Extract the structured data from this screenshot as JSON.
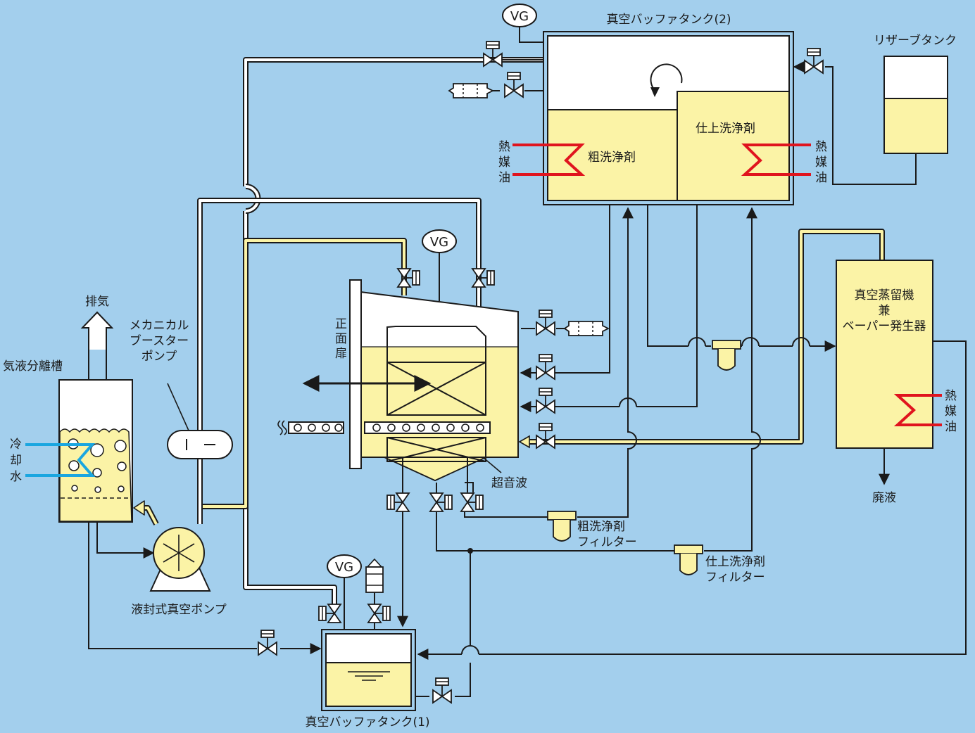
{
  "colors": {
    "background": "#a3cfed",
    "liquid": "#fbf3a6",
    "heating_coil": "#e0141e",
    "cooling_coil": "#1aa6e0",
    "outline": "#1a1a1a"
  },
  "labels": {
    "vacuum_buffer_tank_2": "真空バッファタンク(2)",
    "vacuum_buffer_tank_1": "真空バッファタンク(1)",
    "reserve_tank": "リザーブタンク",
    "rough_detergent": "粗洗浄剤",
    "finish_detergent": "仕上洗浄剤",
    "thermal_oil": [
      "熱",
      "媒",
      "油"
    ],
    "front_door": [
      "正",
      "面",
      "扉"
    ],
    "ultrasonic": "超音波",
    "vacuum_distiller": [
      "真空蒸留機",
      "兼",
      "ベーパー発生器"
    ],
    "waste_liquid": "廃液",
    "rough_filter": [
      "粗洗浄剤",
      "フィルター"
    ],
    "finish_filter": [
      "仕上洗浄剤",
      "フィルター"
    ],
    "liquid_ring_pump": "液封式真空ポンプ",
    "booster_pump": [
      "メカニカル",
      "ブースター",
      "ポンプ"
    ],
    "exhaust": "排気",
    "gas_liquid_separator": "気液分離槽",
    "cooling_water": [
      "冷",
      "却",
      "水"
    ],
    "vacuum_gauge": "VG"
  },
  "icons": [
    "valve-icon",
    "gate-valve-icon",
    "silencer-icon",
    "filter-icon",
    "pump-icon",
    "vacuum-gauge-icon",
    "heater-coil-icon",
    "cooler-coil-icon",
    "arrow-icon"
  ]
}
